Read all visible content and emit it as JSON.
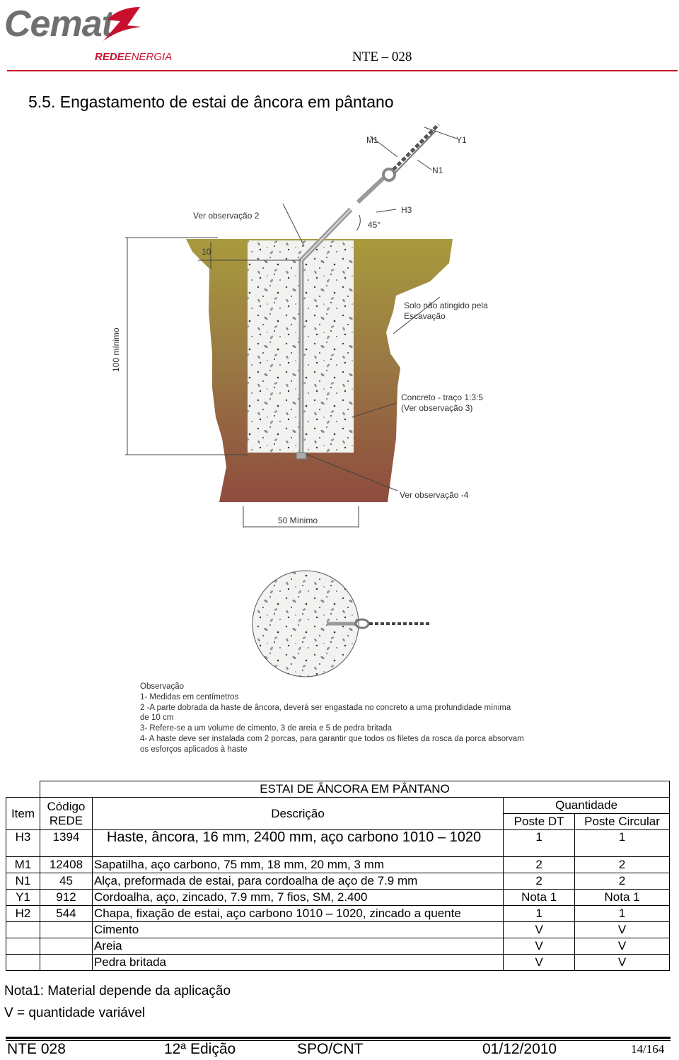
{
  "header": {
    "brand": "Cemat",
    "brand_sub_bold": "REDE",
    "brand_sub": "ENERGIA",
    "doc_code": "NTE – 028",
    "accent_color": "#c8102e"
  },
  "section_title": "5.5. Engastamento de estai de âncora em pântano",
  "diagram": {
    "labels": {
      "m1": "M1",
      "y1": "Y1",
      "n1": "N1",
      "h3": "H3",
      "angle": "45°",
      "ver_obs_2": "Ver observação 2",
      "ten": "10",
      "solo_1": "Solo não atingido pela",
      "solo_2": "Escavação",
      "depth": "100  mínimo",
      "concreto_1": "Concreto -   traço 1:3:5",
      "concreto_2": "(Ver observação 3)",
      "ver_obs_4": "Ver observação -4",
      "width": "50 Mínimo"
    }
  },
  "observacao": {
    "title": "Observação",
    "lines": [
      "1- Medidas em centímetros",
      "2 -A parte dobrada da haste de âncora, deverá ser engastada no concreto a uma profundidade mínima",
      "de 10 cm",
      "3- Refere-se a um volume de cimento, 3 de areia e 5 de pedra britada",
      "4- A haste deve ser instalada com 2 porcas, para garantir que todos os filetes da rosca da porca absorvam",
      "os esforços aplicados à haste"
    ]
  },
  "table": {
    "title": "ESTAI DE ÂNCORA EM PÂNTANO",
    "headers": {
      "item": "Item",
      "codigo_1": "Código",
      "codigo_2": "REDE",
      "descricao": "Descrição",
      "quantidade": "Quantidade",
      "poste_dt": "Poste DT",
      "poste_circular": "Poste Circular"
    },
    "rows": [
      {
        "item": "H3",
        "codigo": "1394",
        "descricao": "Haste, âncora, 16 mm, 2400 mm, aço carbono 1010 – 1020",
        "dt": "1",
        "circ": "1"
      },
      {
        "item": "M1",
        "codigo": "12408",
        "descricao": "Sapatilha, aço carbono, 75 mm, 18 mm, 20 mm, 3 mm",
        "dt": "2",
        "circ": "2"
      },
      {
        "item": "N1",
        "codigo": "45",
        "descricao": "Alça, preformada de estai, para cordoalha de aço de 7.9 mm",
        "dt": "2",
        "circ": "2"
      },
      {
        "item": "Y1",
        "codigo": "912",
        "descricao": "Cordoalha, aço, zincado, 7.9 mm, 7 fios, SM, 2.400",
        "dt": "Nota 1",
        "circ": "Nota 1"
      },
      {
        "item": "H2",
        "codigo": "544",
        "descricao": "Chapa, fixação de estai, aço carbono 1010 – 1020, zincado a quente",
        "dt": "1",
        "circ": "1"
      },
      {
        "item": "",
        "codigo": "",
        "descricao": "Cimento",
        "dt": "V",
        "circ": "V"
      },
      {
        "item": "",
        "codigo": "",
        "descricao": "Areia",
        "dt": "V",
        "circ": "V"
      },
      {
        "item": "",
        "codigo": "",
        "descricao": "Pedra britada",
        "dt": "V",
        "circ": "V"
      }
    ]
  },
  "notes": {
    "nota1": "Nota1: Material depende da aplicação",
    "v": "V = quantidade variável"
  },
  "footer": {
    "code": "NTE 028",
    "edition": "12ª Edição",
    "dept": "SPO/CNT",
    "date": "01/12/2010",
    "page": "14/164"
  }
}
